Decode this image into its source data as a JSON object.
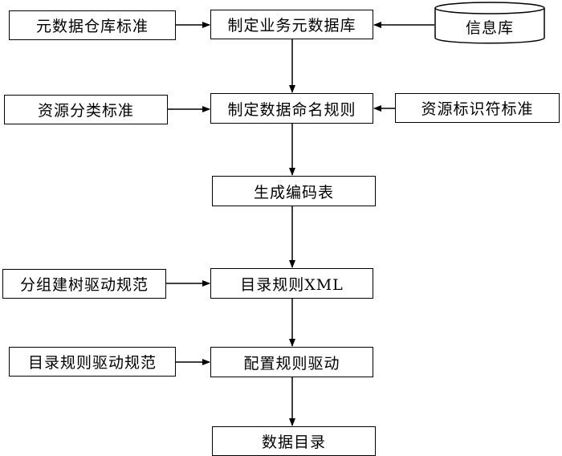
{
  "nodes": {
    "metadata_repo_standard": "元数据仓库标准",
    "business_metadata_repo": "制定业务元数据库",
    "info_repo": "信息库",
    "resource_classification_standard": "资源分类标准",
    "data_naming_rules": "制定数据命名规则",
    "resource_identifier_standard": "资源标识符标准",
    "code_table": "生成编码表",
    "grouping_tree_spec": "分组建树驱动规范",
    "catalog_rules_xml": "目录规则XML",
    "catalog_rules_driver_spec": "目录规则驱动规范",
    "config_rules_driver": "配置规则驱动",
    "data_catalog": "数据目录"
  }
}
